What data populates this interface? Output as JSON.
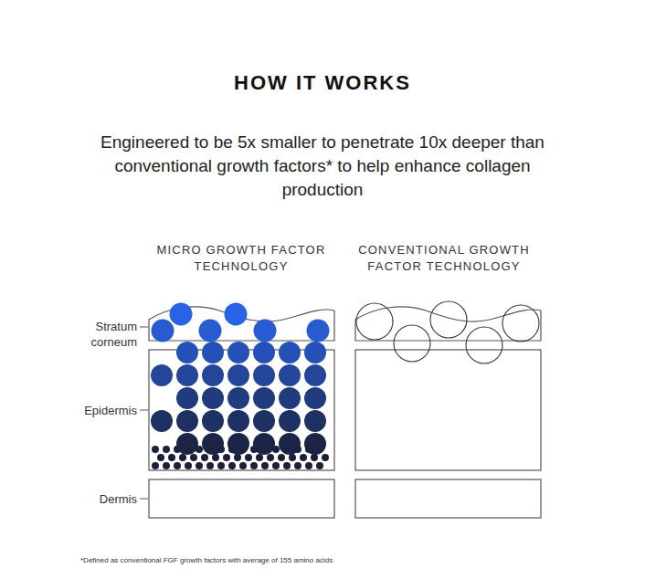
{
  "diagram": {
    "title": "HOW IT WORKS",
    "caption": "*Defined as conventional FGF growth factors with average of 155 amino acids",
    "labels": [
      "Engineered to be 5x smaller to penetrate 10x deeper than conventional growth factors* to help enhance collagen production",
      "MICRO GROWTH FACTOR TECHNOLOGY",
      "CONVENTIONAL GROWTH FACTOR TECHNOLOGY",
      "Stratum corneum",
      "Epidermis",
      "Dermis"
    ]
  }
}
